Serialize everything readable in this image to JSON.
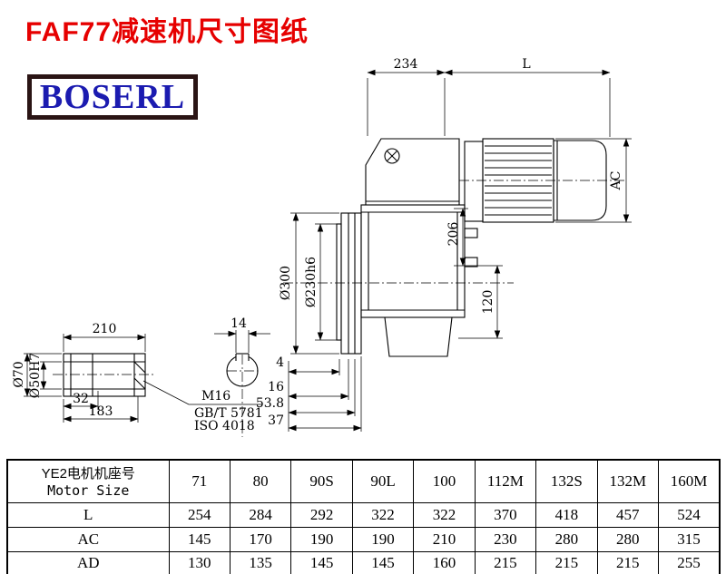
{
  "page": {
    "title": "FAF77减速机尺寸图纸",
    "brand": "BOSERL"
  },
  "drawing": {
    "top_width": "234",
    "motor_length": "L",
    "motor_diameter": "AC",
    "dim_206": "206",
    "dim_120": "120",
    "flange_od": "Ø300",
    "spigot_od": "Ø230h6",
    "shaft_length": "210",
    "keyway_width": "14",
    "dim_32": "32",
    "dim_183": "183",
    "shaft_od": "Ø70",
    "bore": "Ø50H7",
    "thread": "M16",
    "standard_gb": "GB/T 5781",
    "standard_iso": "ISO 4018",
    "dim_4": "4",
    "dim_16": "16",
    "dim_53_8": "53.8",
    "dim_37": "37"
  },
  "table": {
    "motor_label_cn": "YE2电机机座号",
    "motor_label_en": "Motor Size",
    "sizes": [
      "71",
      "80",
      "90S",
      "90L",
      "100",
      "112M",
      "132S",
      "132M",
      "160M"
    ],
    "rows": [
      {
        "label": "L",
        "values": [
          "254",
          "284",
          "292",
          "322",
          "322",
          "370",
          "418",
          "457",
          "524"
        ]
      },
      {
        "label": "AC",
        "values": [
          "145",
          "170",
          "190",
          "190",
          "210",
          "230",
          "280",
          "280",
          "315"
        ]
      },
      {
        "label": "AD",
        "values": [
          "130",
          "135",
          "145",
          "145",
          "160",
          "215",
          "215",
          "215",
          "255"
        ]
      }
    ]
  },
  "colors": {
    "title_red": "#e60000",
    "logo_blue": "#1b1bb0",
    "logo_border": "#2a1414",
    "line_black": "#000000"
  }
}
